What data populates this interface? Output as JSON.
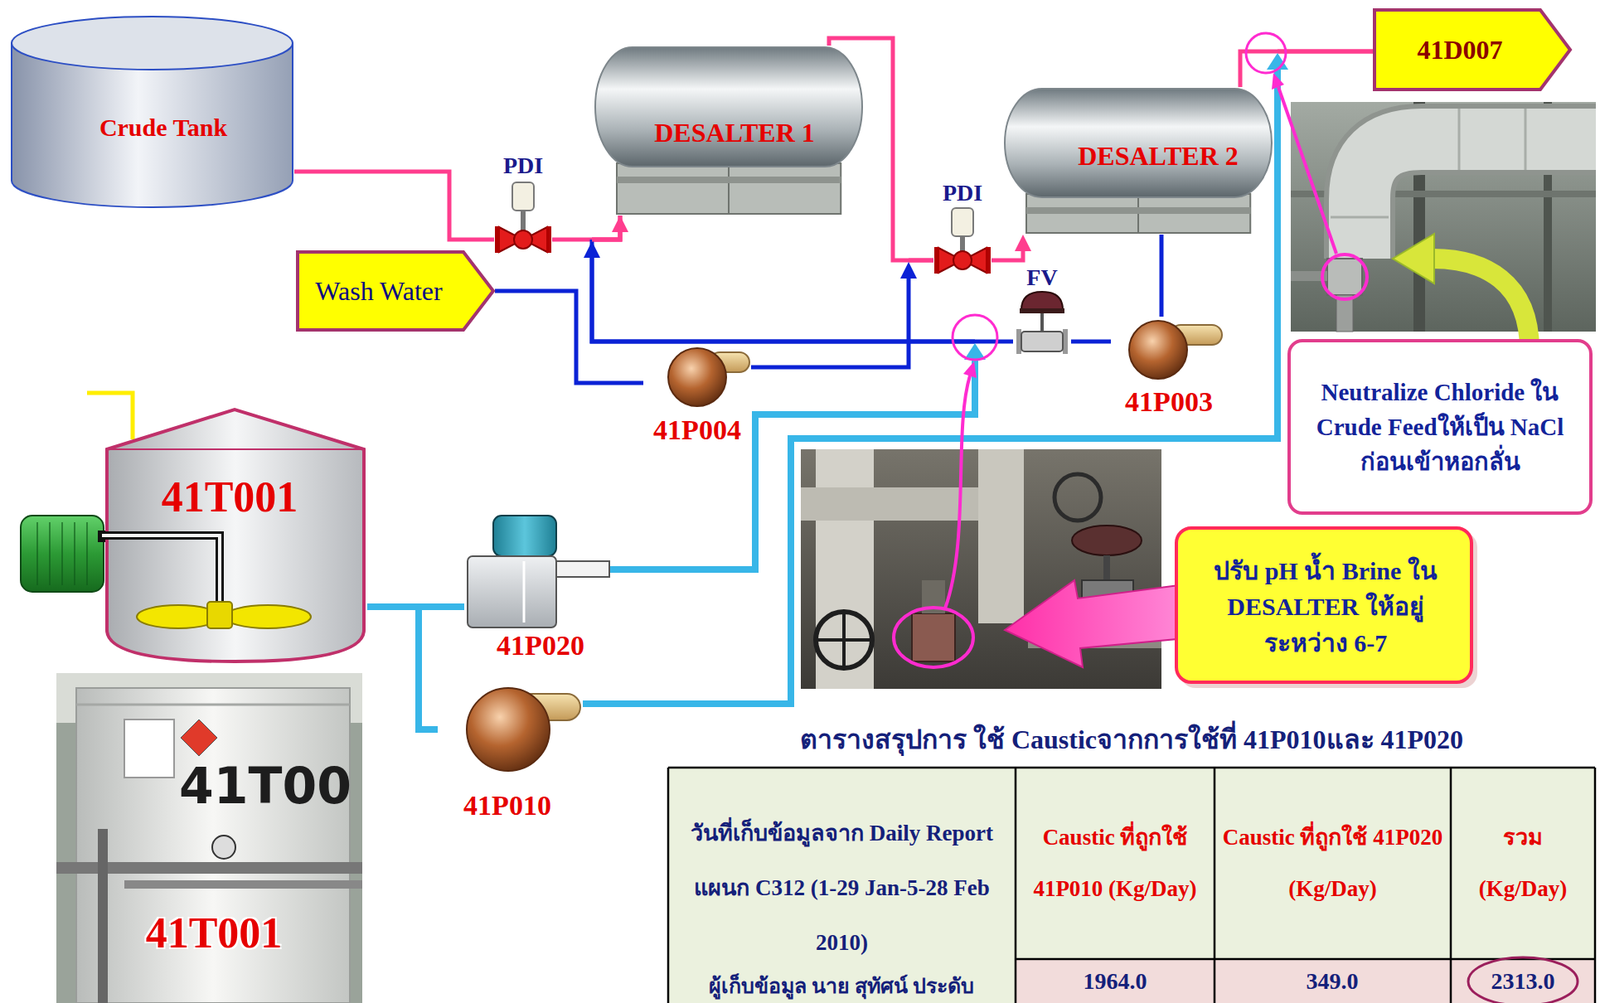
{
  "diagram": {
    "nodes": [
      {
        "text": [
          "Crude Tank"
        ]
      },
      {
        "text": [
          "DESALTER 1"
        ]
      },
      {
        "text": [
          "DESALTER 2"
        ]
      },
      {
        "text": [
          "41D007"
        ]
      },
      {
        "text": [
          "PDI"
        ]
      },
      {
        "text": [
          "PDI"
        ]
      },
      {
        "text": [
          "Wash Water"
        ]
      },
      {
        "text": [
          "FV"
        ]
      },
      {
        "text": [
          "41P004"
        ]
      },
      {
        "text": [
          "41P003"
        ]
      },
      {
        "text": [
          "41T001"
        ]
      },
      {
        "text": [
          "41P020"
        ]
      },
      {
        "text": [
          "41P010"
        ]
      },
      {
        "text": [
          "Neutralize Chloride ใน Crude Feedให้เป็น NaCl ก่อนเข้าหอกลั่น"
        ]
      },
      {
        "text": [
          "ปรับ pH น้ำ Brine ใน DESALTER ให้อยู่ ระหว่าง 6-7"
        ]
      }
    ],
    "edges": [
      {
        "from": 0,
        "to": 4,
        "arrow": "none"
      },
      {
        "from": 4,
        "to": 1,
        "arrow": "to"
      },
      {
        "from": 1,
        "to": 5,
        "arrow": "none"
      },
      {
        "from": 5,
        "to": 2,
        "arrow": "to"
      },
      {
        "from": 2,
        "to": 3,
        "arrow": "none"
      },
      {
        "from": 6,
        "to": 8,
        "arrow": "none"
      },
      {
        "from": 8,
        "to": 5,
        "arrow": "to"
      },
      {
        "from": 2,
        "to": 9,
        "arrow": "none"
      },
      {
        "from": 9,
        "to": 7,
        "arrow": "none"
      },
      {
        "from": 7,
        "to": 1,
        "arrow": "to"
      },
      {
        "from": 10,
        "to": 11,
        "arrow": "none"
      },
      {
        "from": 10,
        "to": 12,
        "arrow": "none"
      },
      {
        "from": 11,
        "to": 1,
        "arrow": "to"
      },
      {
        "from": 12,
        "to": 3,
        "arrow": "to"
      }
    ],
    "labels": [
      "ตารางสรุปการ ใช้ Causticจากการใช้ที่ 41P010และ 41P020",
      "วันที่เก็บข้อมูลจาก Daily Report แผนก C312 (1-29 Jan-5-28 Feb 2010)",
      "Caustic ที่ถูกใช้ 41P010 (Kg/Day)",
      "Caustic ที่ถูกใช้ 41P020 (Kg/Day)",
      "รวม (Kg/Day)",
      "ผู้เก็บข้อมูล นาย สุทัศน์ ประดับ",
      "1964.0",
      "349.0",
      "2313.0",
      "41T00",
      "41T001"
    ]
  }
}
